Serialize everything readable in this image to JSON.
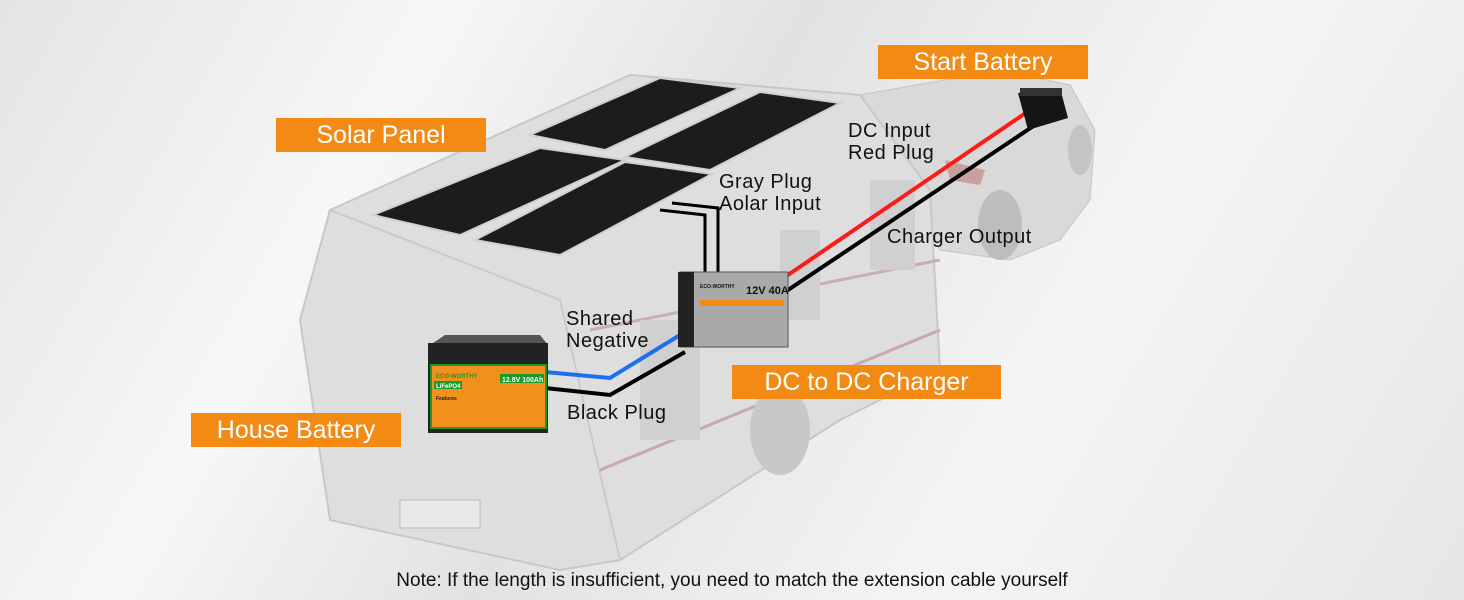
{
  "tags": {
    "solar_panel": "Solar Panel",
    "start_battery": "Start Battery",
    "house_battery": "House Battery",
    "dc_charger": "DC to DC Charger"
  },
  "labels": {
    "dc_input_1": "DC Input",
    "dc_input_2": "Red Plug",
    "gray_plug_1": "Gray Plug",
    "gray_plug_2": "Aolar Input",
    "charger_output": "Charger Output",
    "shared_neg_1": "Shared",
    "shared_neg_2": "Negative",
    "black_plug": "Black Plug"
  },
  "products": {
    "house_battery_brand": "ECO-WORTHY",
    "house_battery_chem": "LiFePO4",
    "house_battery_spec": "12.8V 100Ah",
    "house_battery_features": "Features",
    "charger_brand": "ECO-WORTHY",
    "charger_spec": "12V 40A"
  },
  "note": "Note: If the length is insufficient, you need to match the extension cable yourself",
  "colors": {
    "accent": "#f28a14",
    "wire_red": "#ff1a1a",
    "wire_blue": "#1e6ff0",
    "wire_black": "#000000"
  }
}
